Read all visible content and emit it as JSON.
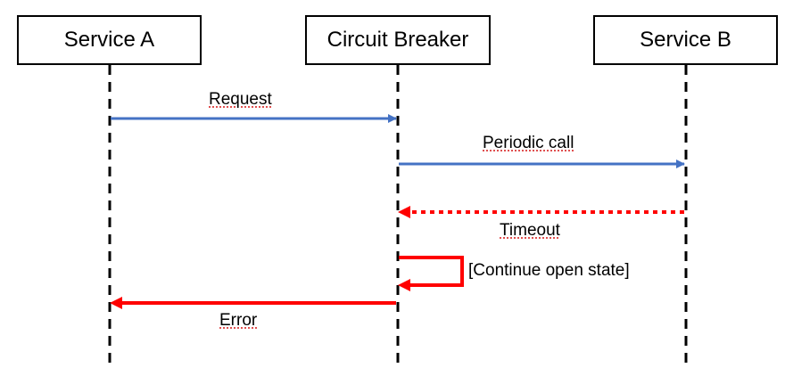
{
  "participants": {
    "a": "Service A",
    "cb": "Circuit Breaker",
    "b": "Service B"
  },
  "messages": {
    "request": "Request",
    "periodic_call": "Periodic call",
    "timeout": "Timeout",
    "continue_open": "[Continue open state]",
    "error": "Error"
  },
  "colors": {
    "success": "#4472c4",
    "failure": "#ff0000",
    "lifeline": "#000000"
  }
}
